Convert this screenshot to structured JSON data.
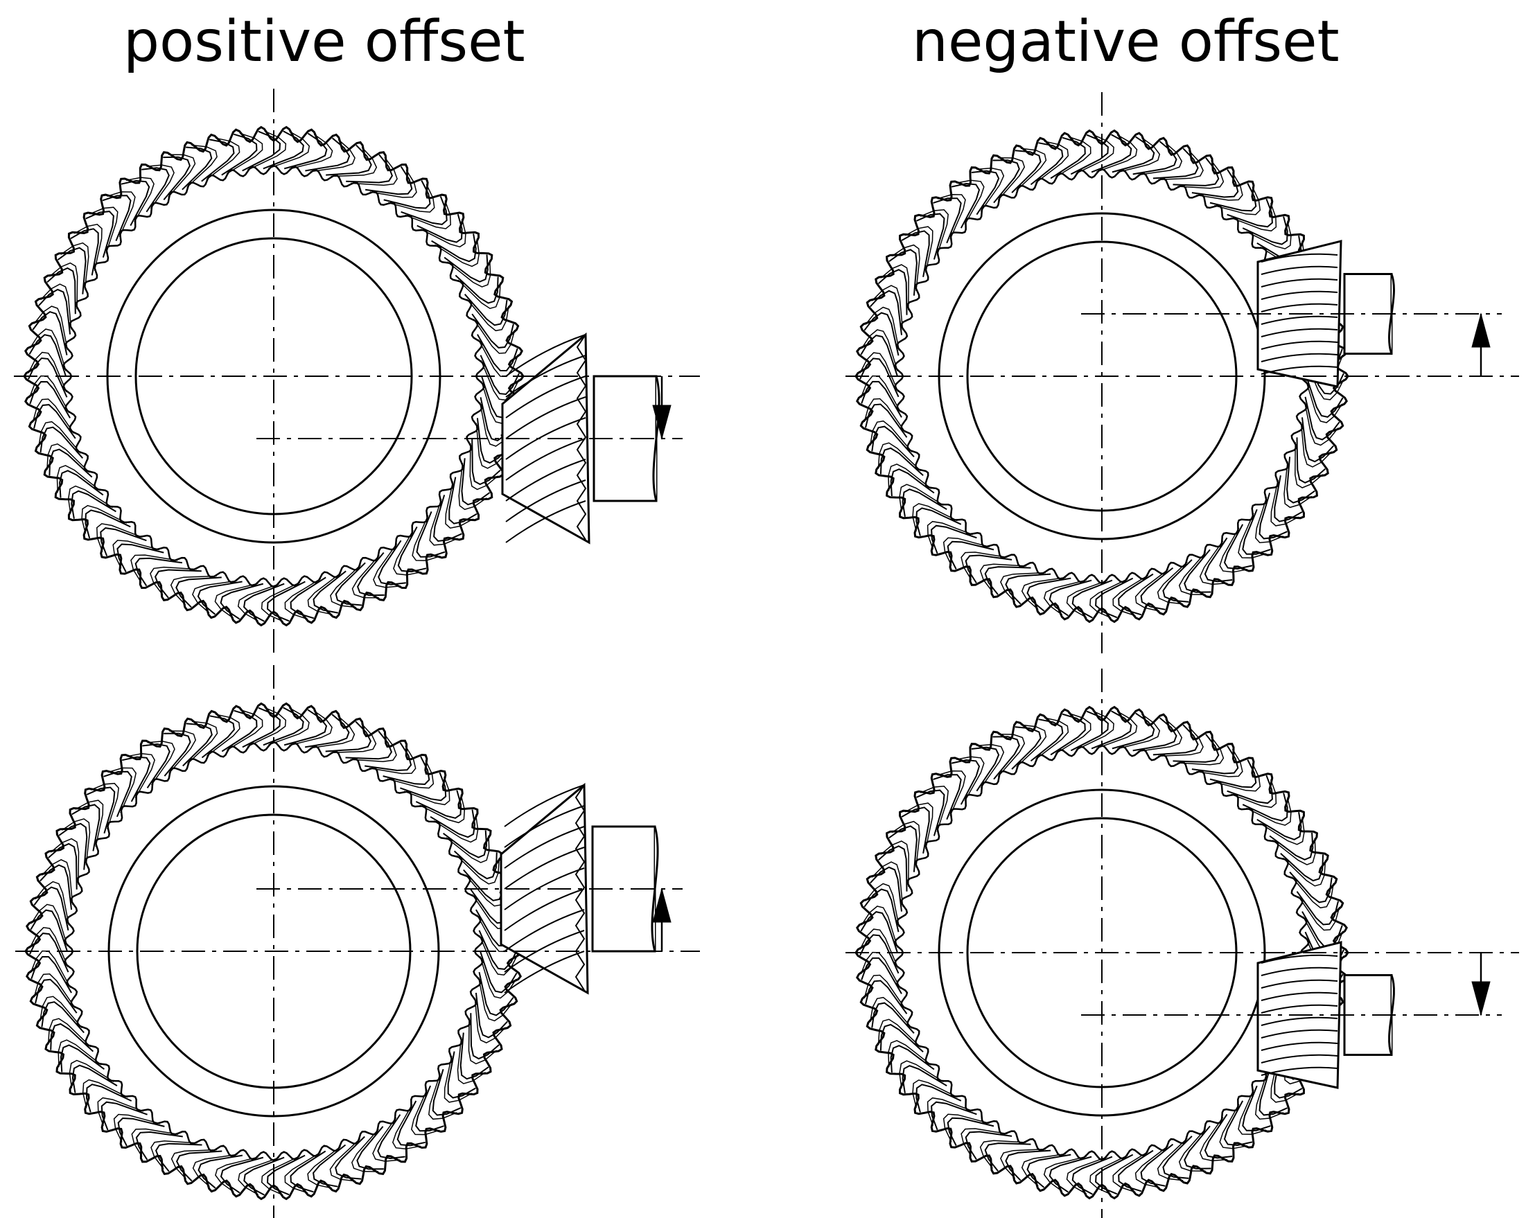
{
  "titles": {
    "left": "positive offset",
    "right": "negative offset"
  },
  "colors": {
    "line": "#000000",
    "background": "#ffffff"
  },
  "panels": [
    {
      "group": "positive offset",
      "pinion_side": "right",
      "offset_arrow": "down"
    },
    {
      "group": "negative offset",
      "pinion_side": "right",
      "offset_arrow": "up"
    },
    {
      "group": "positive offset",
      "pinion_side": "right",
      "offset_arrow": "up"
    },
    {
      "group": "negative offset",
      "pinion_side": "right",
      "offset_arrow": "down"
    }
  ]
}
